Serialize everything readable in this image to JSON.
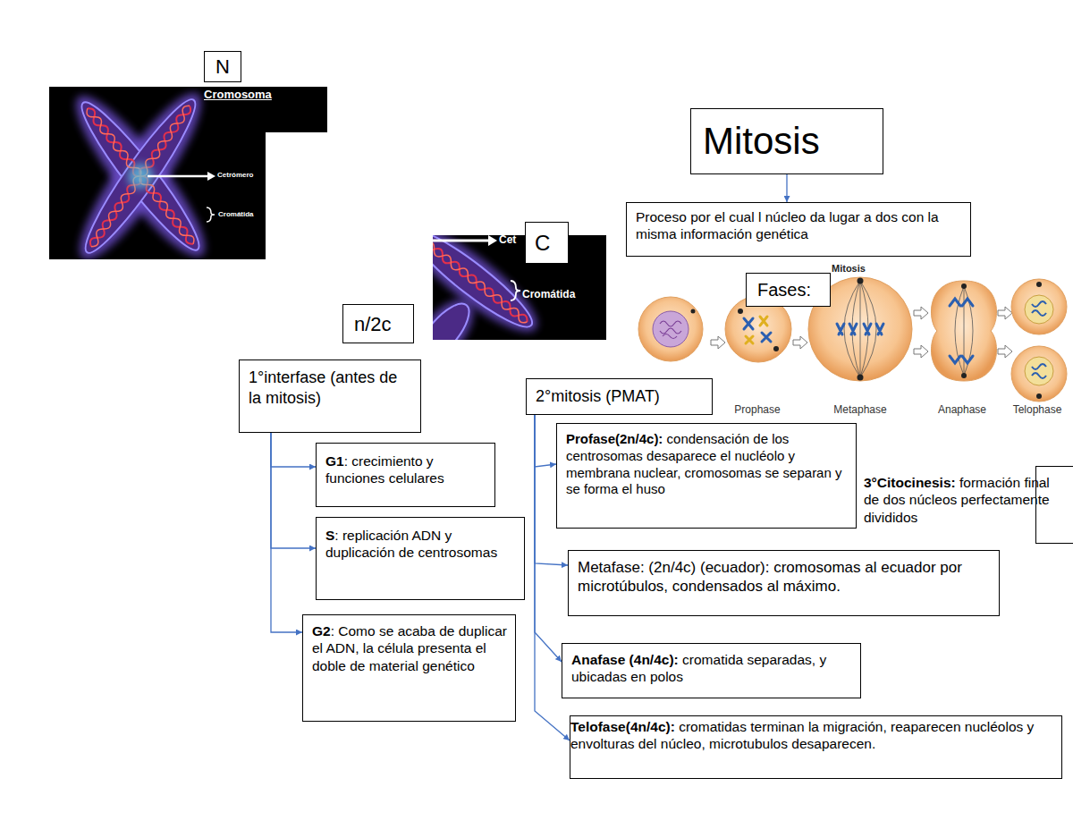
{
  "diagram": {
    "nodes": [
      {
        "text": [
          "N"
        ]
      },
      {
        "text": [
          "C"
        ]
      },
      {
        "text": [
          "n/2c"
        ]
      },
      {
        "text": [
          "1°interfase (antes de la mitosis)"
        ]
      },
      {
        "text": [
          "G1",
          ": crecimiento y funciones celulares"
        ]
      },
      {
        "text": [
          "S",
          ": replicación ADN y duplicación de centrosomas"
        ]
      },
      {
        "text": [
          "G2",
          ": Como se acaba de duplicar el ADN, la célula presenta el doble de material genético"
        ]
      },
      {
        "text": [
          "Mitosis"
        ]
      },
      {
        "text": [
          "Proceso por el cual l núcleo da lugar a dos con la misma información genética"
        ]
      },
      {
        "text": [
          "Fases:"
        ]
      },
      {
        "text": [
          "2°mitosis (PMAT)"
        ]
      },
      {
        "text": [
          "Profase(2n/4c):",
          "condensación de los centrosomas desaparece el nucléolo y membrana nuclear, cromosomas se separan y se forma el huso"
        ]
      },
      {
        "text": [
          "Metafase: (2n/4c) (ecuador): cromosomas al ecuador por microtúbulos, condensados al máximo."
        ]
      },
      {
        "text": [
          "Anafase (4n/4c):",
          "cromatida separadas, y ubicadas en polos"
        ]
      },
      {
        "text": [
          "Telofase(4n/4c):",
          "cromatidas terminan la migración, reaparecen nucléolos y envolturas del núcleo, microtubulos desaparecen."
        ]
      },
      {
        "text": [
          "3°Citocinesis:",
          "formación final de dos núcleos perfectamente divididos"
        ]
      }
    ],
    "edges": [
      {
        "from": 7,
        "to": 8,
        "arrow": "to"
      },
      {
        "from": 3,
        "to": 4,
        "arrow": "to"
      },
      {
        "from": 3,
        "to": 5,
        "arrow": "to"
      },
      {
        "from": 3,
        "to": 6,
        "arrow": "to"
      },
      {
        "from": 10,
        "to": 11,
        "arrow": "to"
      },
      {
        "from": 10,
        "to": 12,
        "arrow": "to"
      },
      {
        "from": 10,
        "to": 13,
        "arrow": "to"
      },
      {
        "from": 10,
        "to": 14,
        "arrow": "to"
      }
    ],
    "labels": [
      "Cromosoma",
      "Cetrómero",
      "Cromátida",
      "Cet",
      "Cromátida",
      "Mitosis",
      "Prophase",
      "Metaphase",
      "Anaphase",
      "Telophase"
    ]
  }
}
